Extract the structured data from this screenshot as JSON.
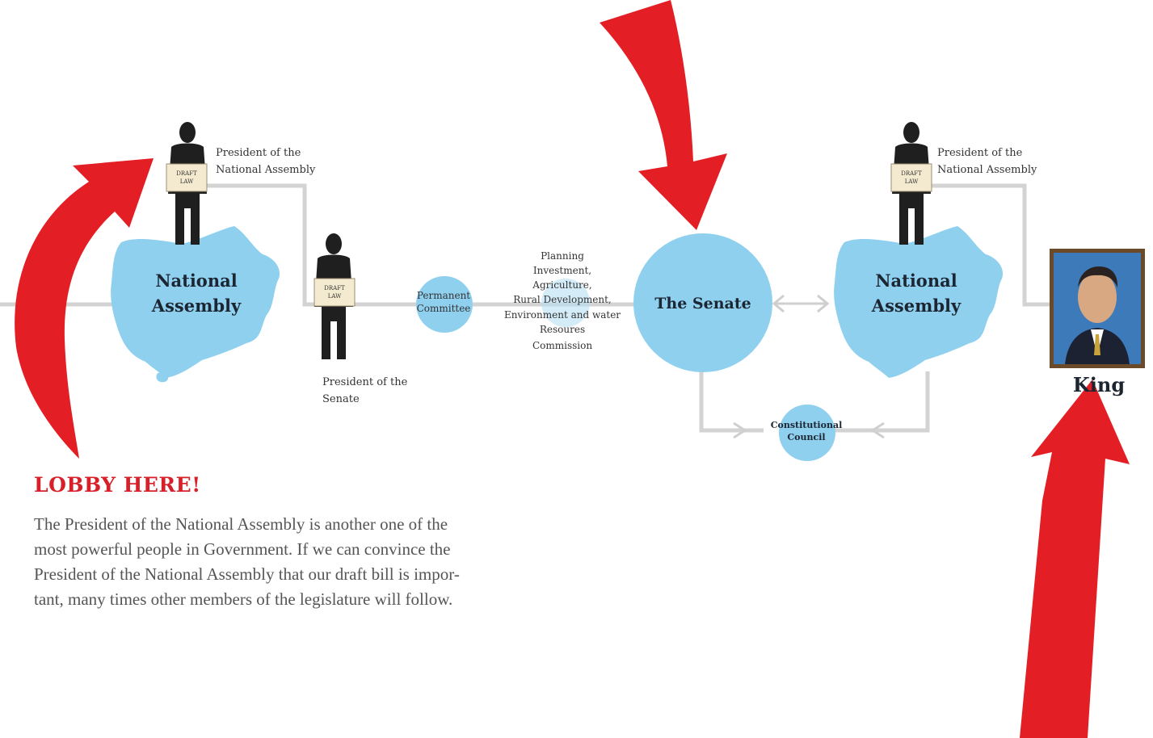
{
  "diagram": {
    "left_assembly": {
      "president_label_line1": "President of the",
      "president_label_line2": "National Assembly",
      "placard_line1": "DRAFT",
      "placard_line2": "LAW",
      "name_line1": "National",
      "name_line2": "Assembly"
    },
    "senate_president": {
      "label_line1": "President of the",
      "label_line2": "Senate",
      "placard_line1": "DRAFT",
      "placard_line2": "LAW"
    },
    "permanent_committee": {
      "line1": "Permanent",
      "line2": "Committee"
    },
    "commission": {
      "lines": [
        "Planning",
        "Investment,",
        "Agriculture,",
        "Rural Development,",
        "Environment and water",
        "Resoures",
        "Commission"
      ]
    },
    "senate": {
      "label": "The Senate"
    },
    "right_assembly": {
      "president_label_line1": "President of the",
      "president_label_line2": "National Assembly",
      "placard_line1": "DRAFT",
      "placard_line2": "LAW",
      "name_line1": "National",
      "name_line2": "Assembly"
    },
    "constitutional_council": {
      "line1": "Constitutional",
      "line2": "Council"
    },
    "king": {
      "label": "King"
    }
  },
  "lobby": {
    "title": "LOBBY HERE!",
    "body_lines": [
      "The President of the National Assembly is another one of the",
      "most powerful people in Government. If we can convince the",
      "President of the National Assembly that our draft bill is impor-",
      "tant, many times other members of the legislature will follow."
    ]
  },
  "colors": {
    "accent_red": "#e31e25",
    "node_blue": "#8fd0ef",
    "connector_gray": "#cccccc",
    "silhouette": "#1f1f1f"
  }
}
